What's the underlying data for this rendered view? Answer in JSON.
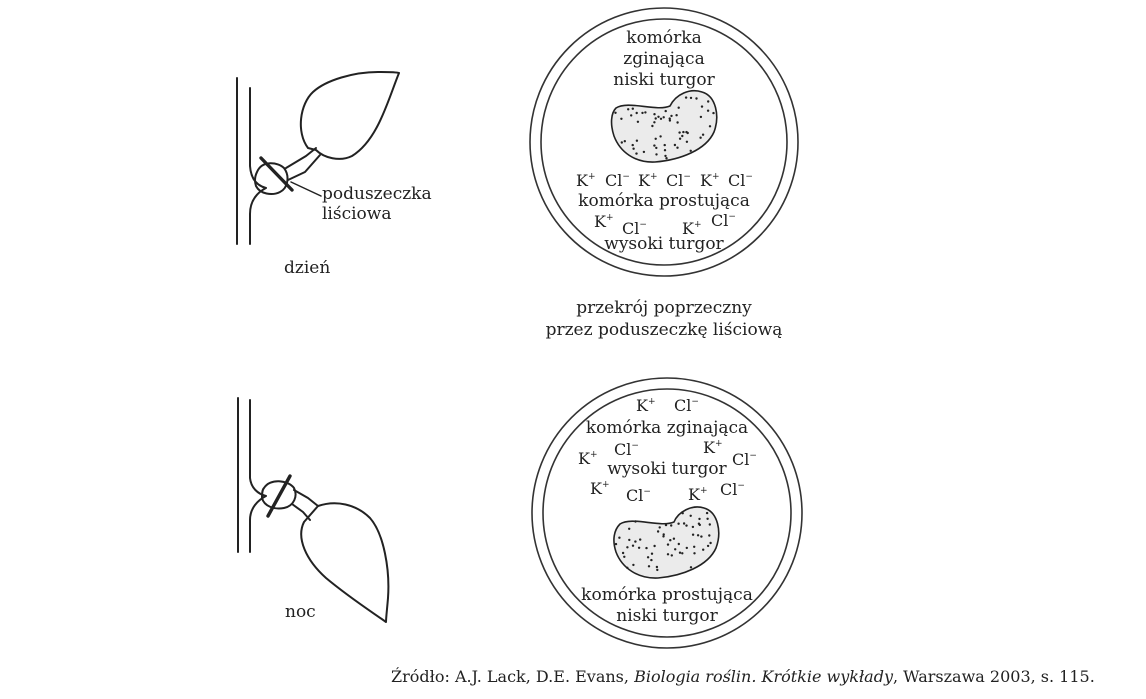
{
  "day_panel": {
    "leaf_label": "dzień",
    "pulvinus_label_line1": "poduszeczka",
    "pulvinus_label_line2": "liściowa"
  },
  "night_panel": {
    "leaf_label": "noc"
  },
  "cross_section_day": {
    "top_cell_line1": "komórka",
    "top_cell_line2": "zginająca",
    "top_cell_line3": "niski turgor",
    "bottom_cell_line1": "komórka prostująca",
    "bottom_cell_line2": "wysoki turgor"
  },
  "cross_section_caption": {
    "line1": "przekrój poprzeczny",
    "line2": "przez poduszeczkę liściową"
  },
  "cross_section_night": {
    "top_cell_line1": "komórka zginająca",
    "top_cell_line2": "wysoki turgor",
    "bottom_cell_line1": "komórka prostująca",
    "bottom_cell_line2": "niski turgor"
  },
  "ions": {
    "potassium": "K",
    "potassium_charge": "+",
    "chloride": "Cl",
    "chloride_charge": "−"
  },
  "source": {
    "prefix": "Źródło: A.J. Lack, D.E. Evans, ",
    "title": "Biologia roślin. Krótkie wykłady",
    "suffix": ", Warszawa 2003, s. 115."
  }
}
